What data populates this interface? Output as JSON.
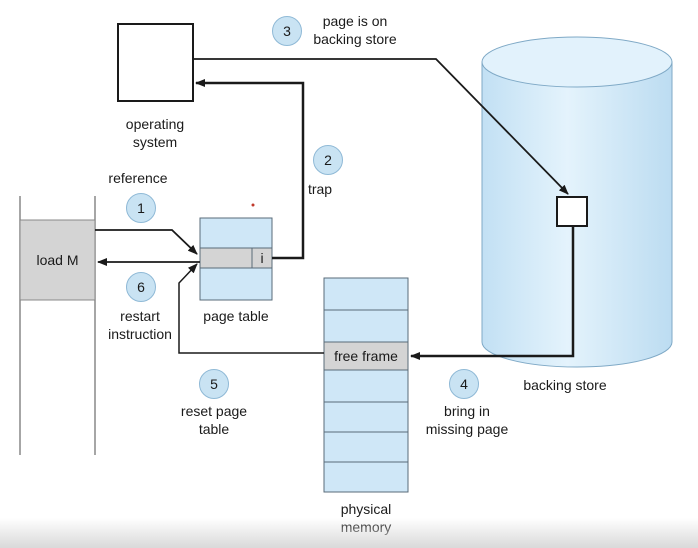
{
  "labels": {
    "operating_system": [
      "operating",
      "system"
    ],
    "reference": "reference",
    "trap": "trap",
    "page_on_backing_store": [
      "page is on",
      "backing store"
    ],
    "load_m": "load M",
    "page_table": "page table",
    "invalid_bit": "i",
    "restart_instruction": [
      "restart",
      "instruction"
    ],
    "reset_page_table": [
      "reset page",
      "table"
    ],
    "free_frame": "free frame",
    "physical_memory": [
      "physical",
      "memory"
    ],
    "bring_in_missing_page": [
      "bring in",
      "missing page"
    ],
    "backing_store": "backing store"
  },
  "steps": [
    "1",
    "2",
    "3",
    "4",
    "5",
    "6"
  ],
  "colors": {
    "step_fill": "#c9e3f3",
    "memory_fill": "#cfe7f7",
    "gray_fill": "#d4d4d4",
    "cylinder_fill": "#d3ebf8"
  }
}
